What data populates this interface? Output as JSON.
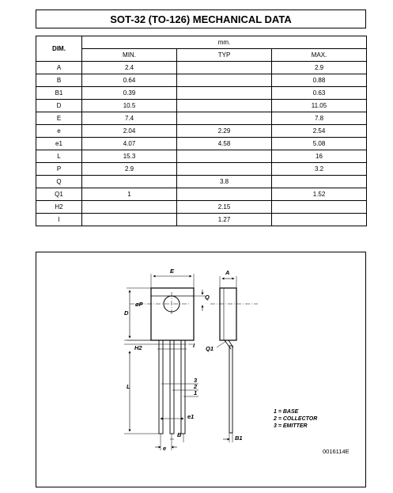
{
  "title": "SOT-32 (TO-126) MECHANICAL DATA",
  "table": {
    "dim_header": "DIM.",
    "unit_header": "mm.",
    "col_headers": [
      "MIN.",
      "TYP",
      "MAX."
    ],
    "rows": [
      {
        "dim": "A",
        "min": "2.4",
        "typ": "",
        "max": "2.9"
      },
      {
        "dim": "B",
        "min": "0.64",
        "typ": "",
        "max": "0.88"
      },
      {
        "dim": "B1",
        "min": "0.39",
        "typ": "",
        "max": "0.63"
      },
      {
        "dim": "D",
        "min": "10.5",
        "typ": "",
        "max": "11.05"
      },
      {
        "dim": "E",
        "min": "7.4",
        "typ": "",
        "max": "7.8"
      },
      {
        "dim": "e",
        "min": "2.04",
        "typ": "2.29",
        "max": "2.54"
      },
      {
        "dim": "e1",
        "min": "4.07",
        "typ": "4.58",
        "max": "5.08"
      },
      {
        "dim": "L",
        "min": "15.3",
        "typ": "",
        "max": "16"
      },
      {
        "dim": "P",
        "min": "2.9",
        "typ": "",
        "max": "3.2"
      },
      {
        "dim": "Q",
        "min": "",
        "typ": "3.8",
        "max": ""
      },
      {
        "dim": "Q1",
        "min": "1",
        "typ": "",
        "max": "1.52"
      },
      {
        "dim": "H2",
        "min": "",
        "typ": "2.15",
        "max": ""
      },
      {
        "dim": "I",
        "min": "",
        "typ": "1.27",
        "max": ""
      }
    ]
  },
  "drawing": {
    "labels": {
      "E": "E",
      "A": "A",
      "P": "øP",
      "D": "D",
      "Q": "Q",
      "H2": "H2",
      "I": "I",
      "Q1": "Q1",
      "L": "L",
      "n3": "3",
      "n2": "2",
      "n1": "1",
      "e1": "e1",
      "B": "B",
      "e": "e",
      "B1": "B1"
    },
    "legend": [
      "1 = BASE",
      "2 = COLLECTOR",
      "3 = EMITTER"
    ],
    "code": "0016114E"
  }
}
